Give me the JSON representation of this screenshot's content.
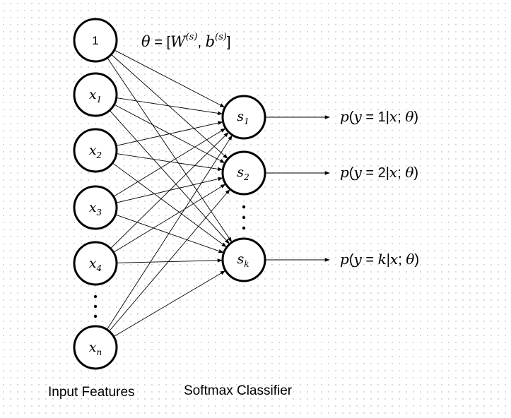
{
  "parameter_label": {
    "lhs": "θ",
    "eq": " = [",
    "w": "W",
    "w_sup": "(s)",
    "comma": ", ",
    "b": "b",
    "b_sup": "(s)",
    "close": "]"
  },
  "input_nodes": [
    {
      "main": "1",
      "sub": ""
    },
    {
      "main": "x",
      "sub": "1"
    },
    {
      "main": "x",
      "sub": "2"
    },
    {
      "main": "x",
      "sub": "3"
    },
    {
      "main": "x",
      "sub": "4"
    },
    {
      "main": "x",
      "sub": "n"
    }
  ],
  "output_nodes": [
    {
      "main": "s",
      "sub": "1"
    },
    {
      "main": "s",
      "sub": "2"
    },
    {
      "main": "s",
      "sub": "k"
    }
  ],
  "probabilities": [
    {
      "p": "p",
      "open": "(",
      "y": "y",
      "eq": " = ",
      "cls": "1",
      "bar": "|",
      "x": "x",
      "semi": "; ",
      "theta": "θ",
      "close": ")"
    },
    {
      "p": "p",
      "open": "(",
      "y": "y",
      "eq": " = ",
      "cls": "2",
      "bar": "|",
      "x": "x",
      "semi": "; ",
      "theta": "θ",
      "close": ")"
    },
    {
      "p": "p",
      "open": "(",
      "y": "y",
      "eq": " = ",
      "cls": "k",
      "bar": "|",
      "x": "x",
      "semi": "; ",
      "theta": "θ",
      "close": ")"
    }
  ],
  "labels": {
    "input": "Input Features",
    "classifier": "Softmax Classifier"
  }
}
